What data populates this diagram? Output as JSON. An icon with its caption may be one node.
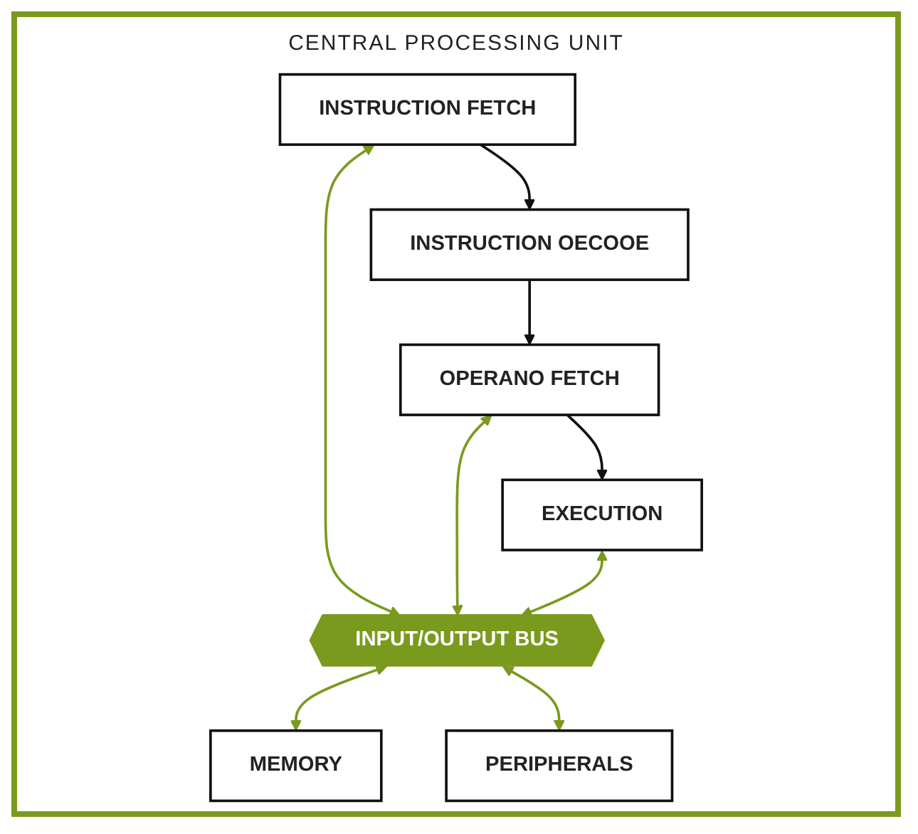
{
  "diagram": {
    "title": "CENTRAL PROCESSING UNIT",
    "nodes": [
      {
        "text": [
          "INSTRUCTION FETCH"
        ]
      },
      {
        "text": [
          "INSTRUCTION OECOOE"
        ]
      },
      {
        "text": [
          "OPERANO FETCH"
        ]
      },
      {
        "text": [
          "EXECUTION"
        ]
      },
      {
        "text": [
          "INPUT/OUTPUT BUS"
        ]
      },
      {
        "text": [
          "MEMORY"
        ]
      },
      {
        "text": [
          "PERIPHERALS"
        ]
      }
    ],
    "edges": [
      {
        "from": 0,
        "to": 1,
        "arrow": "to",
        "color": "#111111"
      },
      {
        "from": 1,
        "to": 2,
        "arrow": "to",
        "color": "#111111"
      },
      {
        "from": 2,
        "to": 3,
        "arrow": "to",
        "color": "#111111"
      },
      {
        "from": 0,
        "to": 4,
        "arrow": "both"
      },
      {
        "from": 2,
        "to": 4,
        "arrow": "both"
      },
      {
        "from": 3,
        "to": 4,
        "arrow": "both"
      },
      {
        "from": 4,
        "to": 5,
        "arrow": "both"
      },
      {
        "from": 4,
        "to": 6,
        "arrow": "both"
      }
    ]
  }
}
